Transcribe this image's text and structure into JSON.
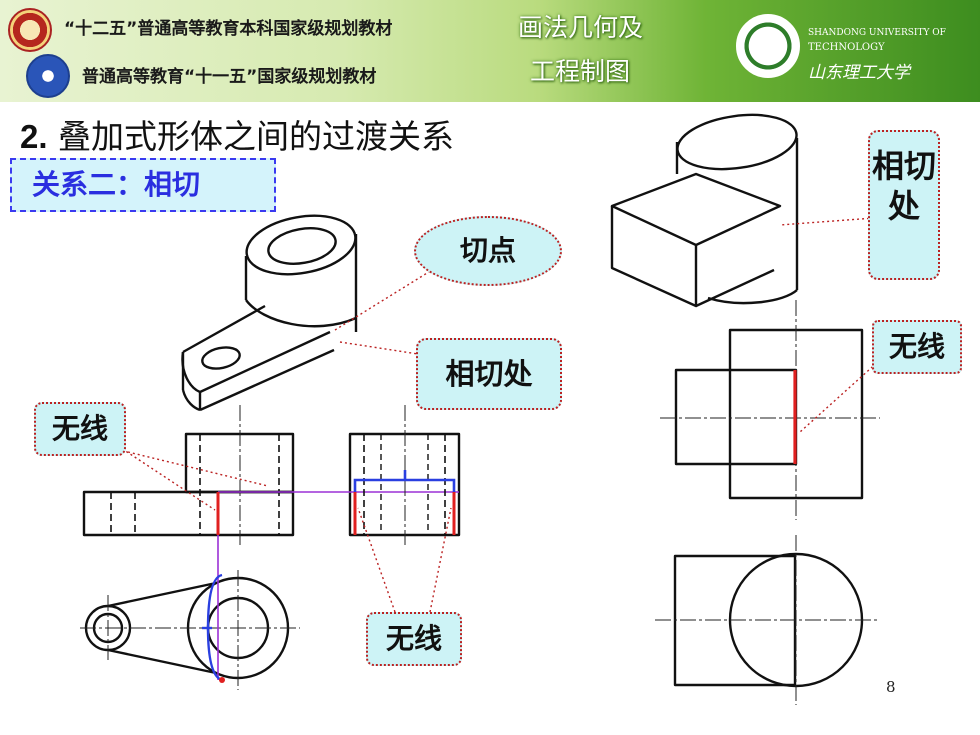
{
  "header": {
    "line1": "“十二五”普通高等教育本科国家级规划教材",
    "line2": "普通高等教育“十一五”国家级规划教材",
    "course_line1": "画法几何及",
    "course_line2": "工程制图",
    "university_en1": "SHANDONG UNIVERSITY OF",
    "university_en2": "TECHNOLOGY",
    "university_cn": "山东理工大学"
  },
  "slide": {
    "title_number": "2.",
    "title_text": "叠加式形体之间的过渡关系",
    "subtitle": "关系二：相切",
    "page_number": "8"
  },
  "labels": {
    "tangent_point": "切点",
    "tangent_place": "相切处",
    "no_line_left": "无线",
    "no_line_bottom": "无线",
    "no_line_right": "无线",
    "tangent_place_vertical": "相切处"
  },
  "colors": {
    "tangent_edge": "#e02020",
    "construction": "#9b30d6",
    "bracket": "#2a3fe0",
    "label_bg": "#cdf3f6"
  }
}
